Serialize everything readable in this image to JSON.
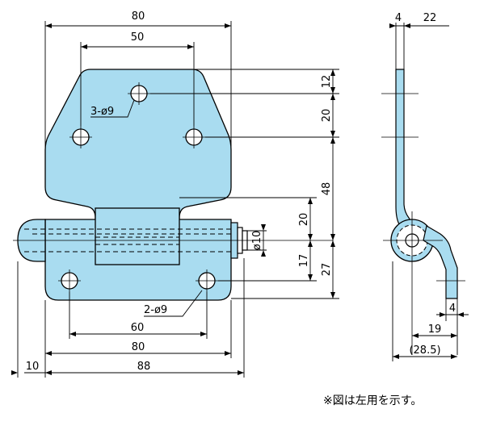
{
  "front_view": {
    "width_top": "80",
    "hole_spacing_top": "50",
    "top_holes_label": "3-ø9",
    "dim_12": "12",
    "dim_20_upper": "20",
    "dim_48": "48",
    "dim_20_lower": "20",
    "pin_dia": "ø10",
    "dim_17": "17",
    "dim_27": "27",
    "bottom_holes_label": "2-ø9",
    "hole_spacing_bottom": "60",
    "width_bottom": "80",
    "dim_10": "10",
    "overall_width": "88"
  },
  "side_view": {
    "thickness": "4",
    "width_22": "22",
    "tab_thickness": "4",
    "dim_19": "19",
    "overall_ref": "(28.5)"
  },
  "note": "※図は左用を示す。",
  "colors": {
    "fill": "#a9dcf0",
    "line": "#000000"
  }
}
